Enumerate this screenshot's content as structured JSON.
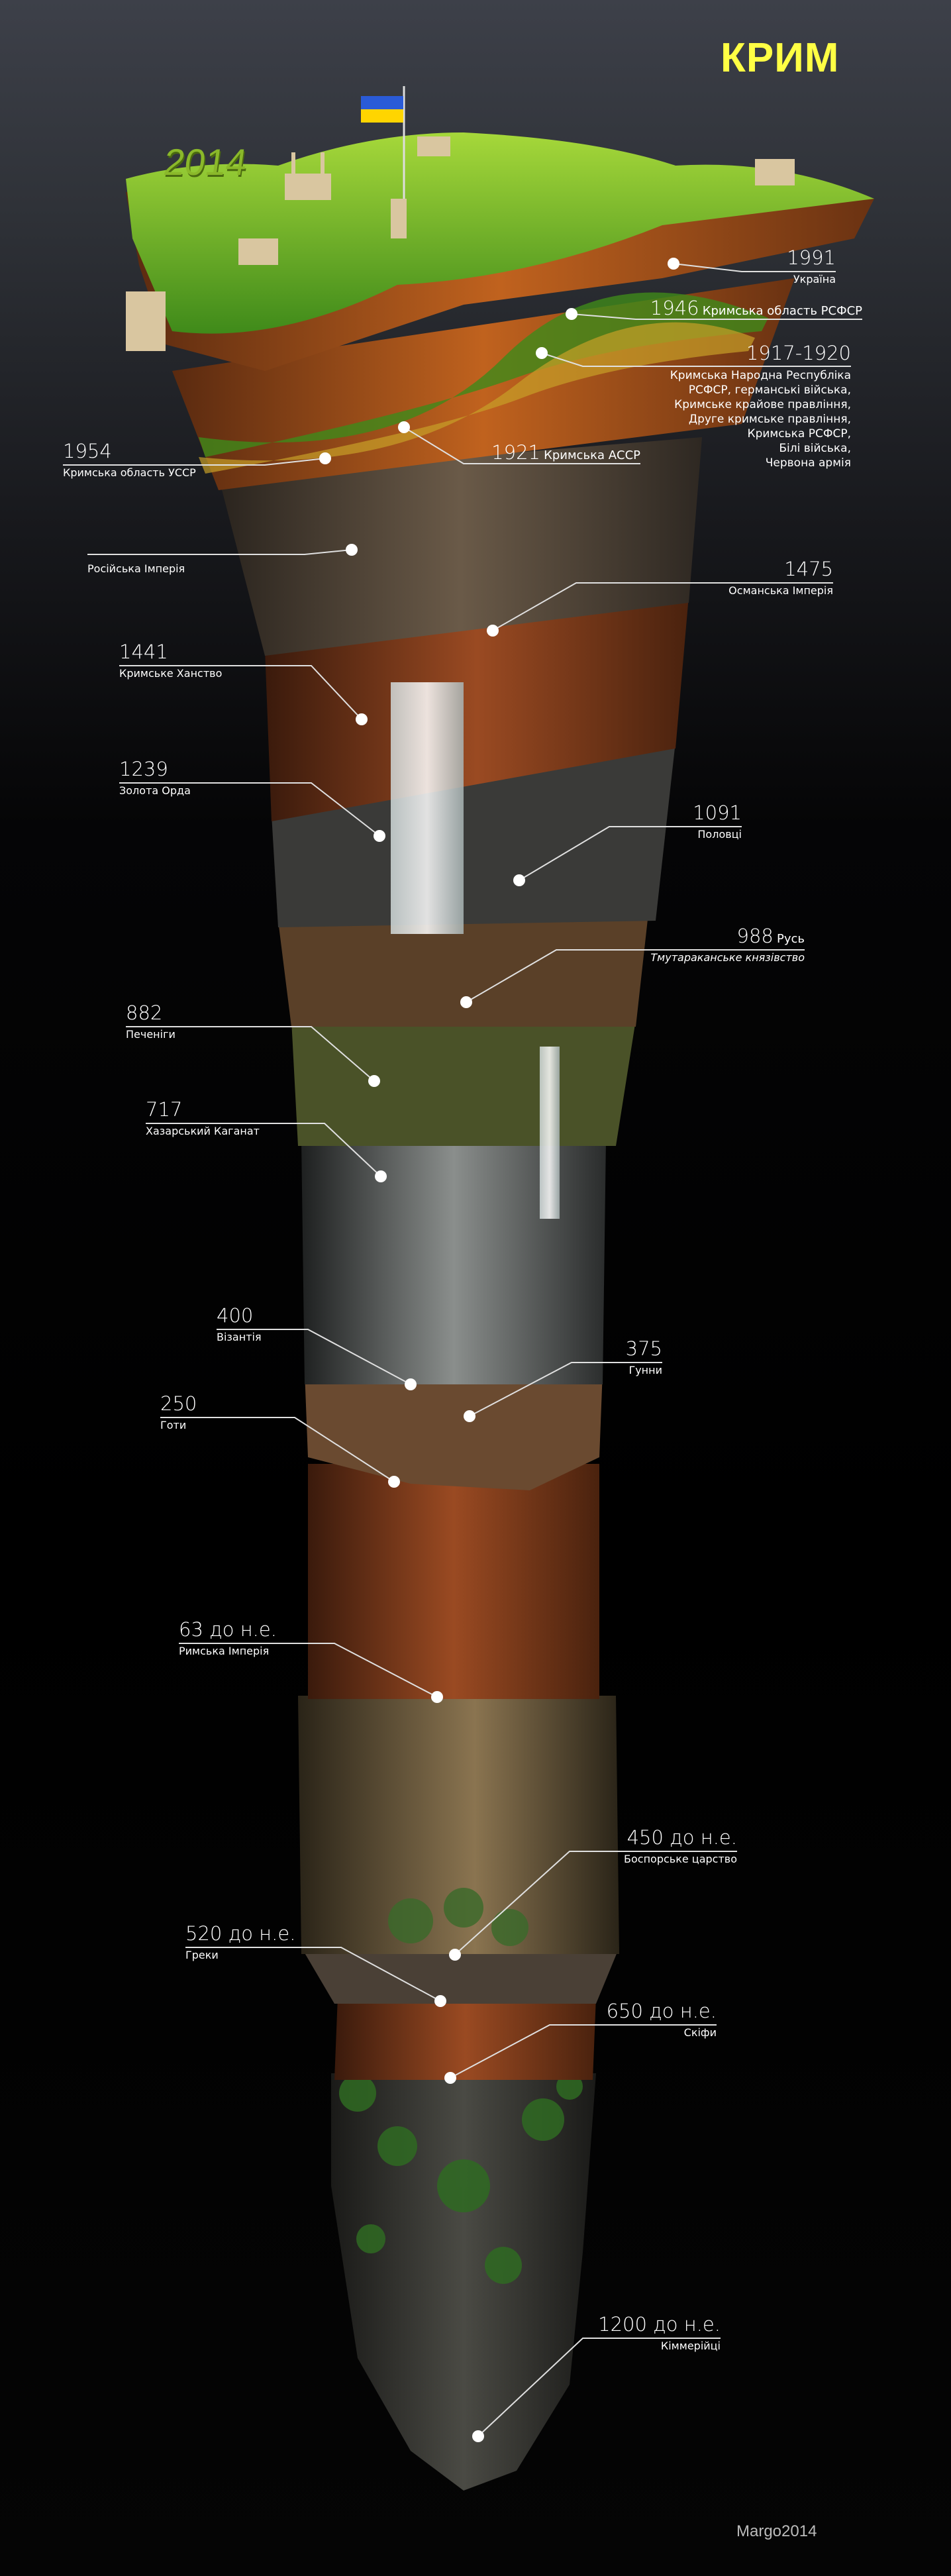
{
  "title": "КРИМ",
  "top_year": "2014",
  "signature": "Margo2014",
  "colors": {
    "title": "#ffff44",
    "year_2014": "#8ab82a",
    "text": "#ffffff"
  },
  "events": [
    {
      "year": "1991",
      "label": "Україна"
    },
    {
      "year": "1946",
      "label": "Кримська область РСФСР"
    },
    {
      "year": "1917-1920",
      "label": "Кримська Народна Республіка\nРСФСР, германські війська,\nКримське крайове правління,\nДруге кримське правління,\nКримська РСФСР,\nБілі війська,\nЧервона армія"
    },
    {
      "year": "1954",
      "label": "Кримська область УССР"
    },
    {
      "year": "1921",
      "label": "Кримська АССР"
    },
    {
      "year": "",
      "label": "Російська Імперія"
    },
    {
      "year": "1475",
      "label": "Османська Імперія"
    },
    {
      "year": "1441",
      "label": "Кримське Ханство"
    },
    {
      "year": "1239",
      "label": "Золота Орда"
    },
    {
      "year": "1091",
      "label": "Половці"
    },
    {
      "year": "988",
      "label": "Русь",
      "sublabel": "Тмутараканське князівство"
    },
    {
      "year": "882",
      "label": "Печеніги"
    },
    {
      "year": "717",
      "label": "Хазарський Каганат"
    },
    {
      "year": "400",
      "label": "Візантія"
    },
    {
      "year": "375",
      "label": "Гунни"
    },
    {
      "year": "250",
      "label": "Готи"
    },
    {
      "year": "63 до н.е.",
      "label": "Римська Імперія"
    },
    {
      "year": "450 до н.е.",
      "label": "Боспорське царство"
    },
    {
      "year": "520 до н.е.",
      "label": "Греки"
    },
    {
      "year": "650 до н.е.",
      "label": "Скіфи"
    },
    {
      "year": "1200 до н.е.",
      "label": "Кіммерійці"
    }
  ]
}
